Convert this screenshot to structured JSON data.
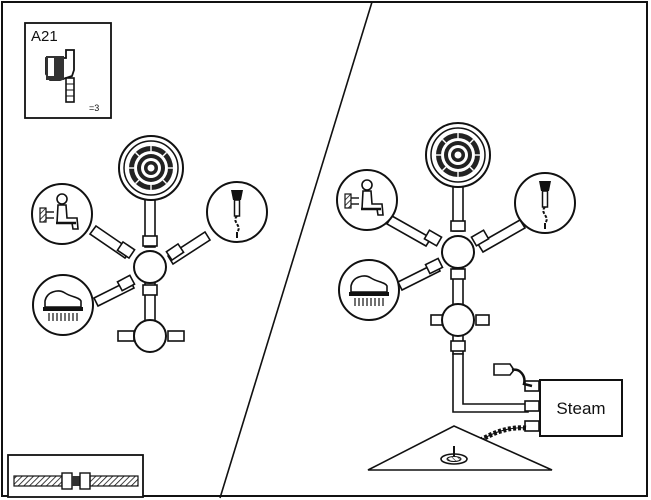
{
  "part_box": {
    "code": "A21",
    "quantity": "=3"
  },
  "steam_unit": {
    "label": "Steam"
  },
  "icons": [
    "rain-showerhead-icon",
    "seated-person-massage-icon",
    "hand-shower-icon",
    "foot-massage-icon",
    "braided-hose-icon",
    "floor-drain-icon",
    "steam-nozzle-icon"
  ]
}
